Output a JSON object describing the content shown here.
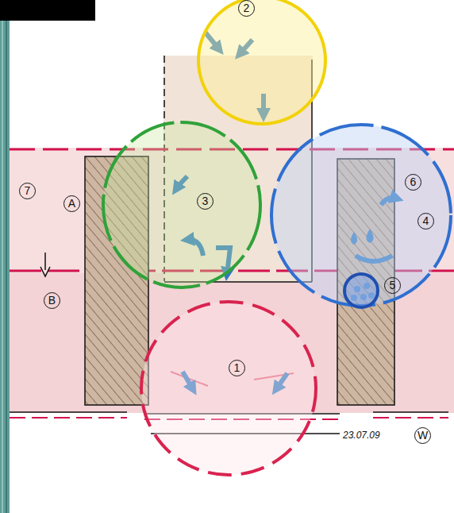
{
  "diagram": {
    "nodes": [
      {
        "text": [
          "2"
        ]
      },
      {
        "text": [
          "3"
        ]
      },
      {
        "text": [
          "6",
          "4"
        ]
      },
      {
        "text": [
          "5"
        ],
        "in": 2
      },
      {
        "text": [
          "1"
        ]
      }
    ],
    "labels": [
      "7",
      "A",
      "B",
      "23.07.09",
      "W"
    ]
  }
}
